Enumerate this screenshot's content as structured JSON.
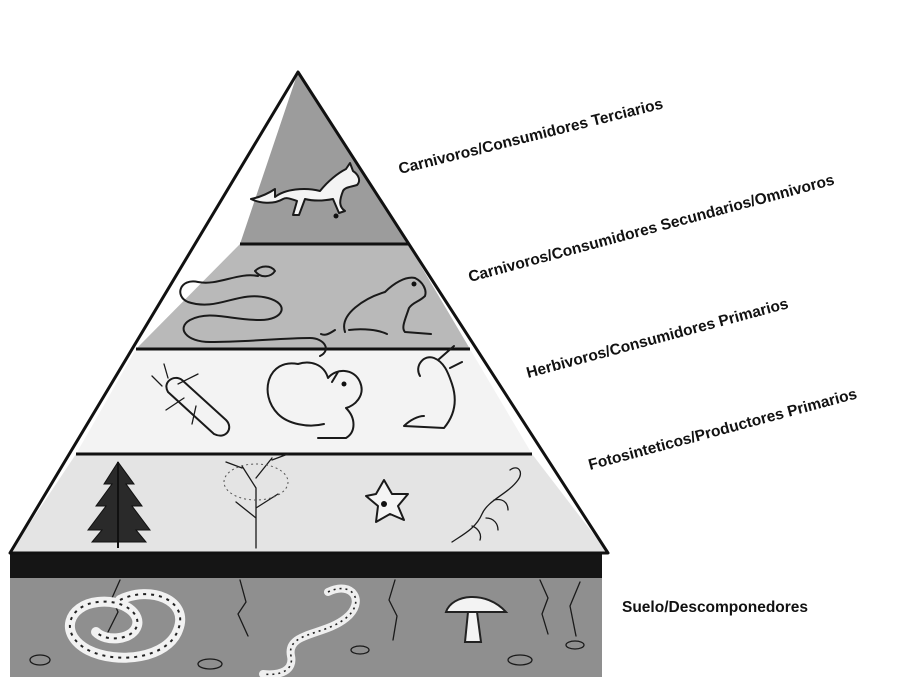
{
  "levels": [
    {
      "label": "Carnivoros/Consumidores Terciarios",
      "organisms": [
        "fox"
      ],
      "fill": "#9c9c9c"
    },
    {
      "label": "Carnivoros/Consumidores Secundarios/Omnivoros",
      "organisms": [
        "snake",
        "frog"
      ],
      "fill": "#b9b9b9"
    },
    {
      "label": "Herbivoros/Consumidores Primarios",
      "organisms": [
        "beetle",
        "squirrel",
        "deer"
      ],
      "fill": "#f3f3f3"
    },
    {
      "label": "Fotosinteticos/Productores Primarios",
      "organisms": [
        "conifer-tree",
        "deciduous-tree",
        "flower",
        "vine"
      ],
      "fill": "#e4e4e4"
    }
  ],
  "soil": {
    "label": "Suelo/Descomponedores",
    "organisms": [
      "earthworm",
      "worm",
      "mushroom"
    ],
    "fill": "#8e8e8e"
  }
}
